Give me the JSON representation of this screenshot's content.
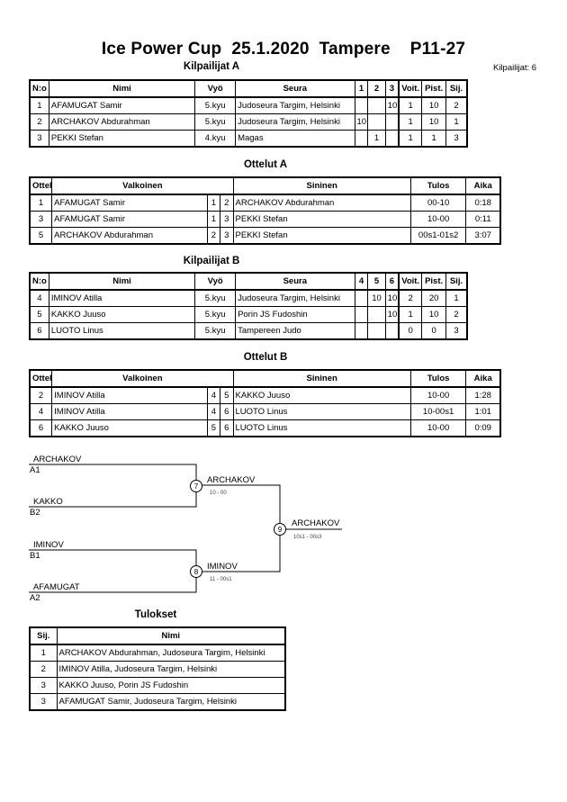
{
  "title": "Ice Power Cup  25.1.2020  Tampere    P11-27",
  "participant_count": "Kilpailijat: 6",
  "pool_a": {
    "heading": "Kilpailijat A",
    "headers": [
      "N:o",
      "Nimi",
      "Vyö",
      "Seura",
      "1",
      "2",
      "3",
      "Voit.",
      "Pist.",
      "Sij."
    ],
    "rows": [
      {
        "no": "1",
        "name": "AFAMUGAT Samir",
        "belt": "5.kyu",
        "club": "Judoseura Targim, Helsinki",
        "s1": "",
        "s2": "",
        "s3": "10",
        "wins": "1",
        "points": "10",
        "place": "2"
      },
      {
        "no": "2",
        "name": "ARCHAKOV Abdurahman",
        "belt": "5.kyu",
        "club": "Judoseura Targim, Helsinki",
        "s1": "10",
        "s2": "",
        "s3": "",
        "wins": "1",
        "points": "10",
        "place": "1"
      },
      {
        "no": "3",
        "name": "PEKKI Stefan",
        "belt": "4.kyu",
        "club": "Magas",
        "s1": "",
        "s2": "1",
        "s3": "",
        "wins": "1",
        "points": "1",
        "place": "3"
      }
    ]
  },
  "matches_a": {
    "heading": "Ottelut A",
    "headers": [
      "Ottelu",
      "Valkoinen",
      "Sininen",
      "Tulos",
      "Aika"
    ],
    "rows": [
      {
        "match": "1",
        "white": "AFAMUGAT Samir",
        "wn": "1",
        "bn": "2",
        "blue": "ARCHAKOV Abdurahman",
        "result": "00-10",
        "time": "0:18"
      },
      {
        "match": "3",
        "white": "AFAMUGAT Samir",
        "wn": "1",
        "bn": "3",
        "blue": "PEKKI Stefan",
        "result": "10-00",
        "time": "0:11"
      },
      {
        "match": "5",
        "white": "ARCHAKOV Abdurahman",
        "wn": "2",
        "bn": "3",
        "blue": "PEKKI Stefan",
        "result": "00s1-01s2",
        "time": "3:07"
      }
    ]
  },
  "pool_b": {
    "heading": "Kilpailijat B",
    "headers": [
      "N:o",
      "Nimi",
      "Vyö",
      "Seura",
      "4",
      "5",
      "6",
      "Voit.",
      "Pist.",
      "Sij."
    ],
    "rows": [
      {
        "no": "4",
        "name": "IMINOV Atilla",
        "belt": "5.kyu",
        "club": "Judoseura Targim, Helsinki",
        "s1": "",
        "s2": "10",
        "s3": "10",
        "wins": "2",
        "points": "20",
        "place": "1"
      },
      {
        "no": "5",
        "name": "KAKKO Juuso",
        "belt": "5.kyu",
        "club": "Porin JS Fudoshin",
        "s1": "",
        "s2": "",
        "s3": "10",
        "wins": "1",
        "points": "10",
        "place": "2"
      },
      {
        "no": "6",
        "name": "LUOTO Linus",
        "belt": "5.kyu",
        "club": "Tampereen Judo",
        "s1": "",
        "s2": "",
        "s3": "",
        "wins": "0",
        "points": "0",
        "place": "3"
      }
    ]
  },
  "matches_b": {
    "heading": "Ottelut B",
    "headers": [
      "Ottelu",
      "Valkoinen",
      "Sininen",
      "Tulos",
      "Aika"
    ],
    "rows": [
      {
        "match": "2",
        "white": "IMINOV Atilla",
        "wn": "4",
        "bn": "5",
        "blue": "KAKKO Juuso",
        "result": "10-00",
        "time": "1:28"
      },
      {
        "match": "4",
        "white": "IMINOV Atilla",
        "wn": "4",
        "bn": "6",
        "blue": "LUOTO Linus",
        "result": "10-00s1",
        "time": "1:01"
      },
      {
        "match": "6",
        "white": "KAKKO Juuso",
        "wn": "5",
        "bn": "6",
        "blue": "LUOTO Linus",
        "result": "10-00",
        "time": "0:09"
      }
    ]
  },
  "bracket": {
    "entrants": [
      {
        "name": "ARCHAKOV",
        "seed": "A1"
      },
      {
        "name": "KAKKO",
        "seed": "B2"
      },
      {
        "name": "IMINOV",
        "seed": "B1"
      },
      {
        "name": "AFAMUGAT",
        "seed": "A2"
      }
    ],
    "semi1": {
      "no": "7",
      "winner": "ARCHAKOV",
      "score": "10 - 00"
    },
    "semi2": {
      "no": "8",
      "winner": "IMINOV",
      "score": "11 - 00s1"
    },
    "final": {
      "no": "9",
      "winner": "ARCHAKOV",
      "score": "10s1 - 00s3"
    }
  },
  "results": {
    "heading": "Tulokset",
    "headers": [
      "Sij.",
      "Nimi"
    ],
    "rows": [
      {
        "place": "1",
        "name": "ARCHAKOV Abdurahman, Judoseura Targim, Helsinki"
      },
      {
        "place": "2",
        "name": "IMINOV Atilla, Judoseura Targim, Helsinki"
      },
      {
        "place": "3",
        "name": "KAKKO Juuso, Porin JS Fudoshin"
      },
      {
        "place": "3",
        "name": "AFAMUGAT Samir, Judoseura Targim, Helsinki"
      }
    ]
  }
}
